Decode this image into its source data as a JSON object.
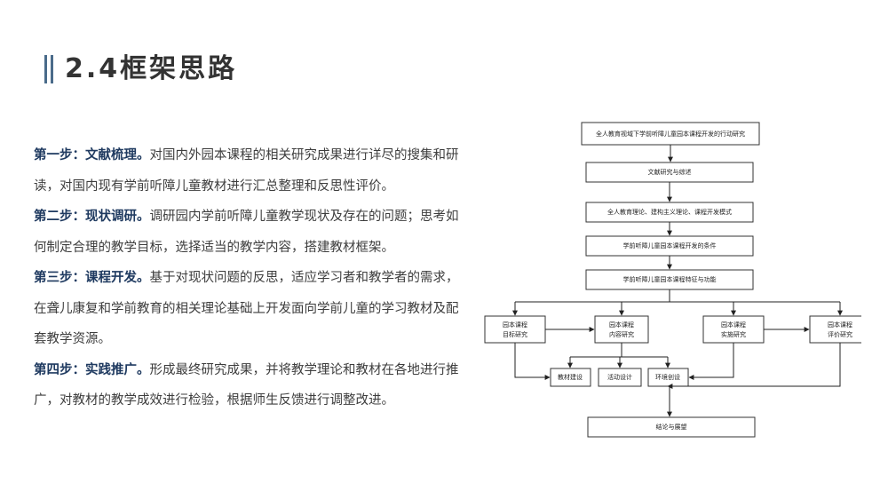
{
  "title": "2.4框架思路",
  "steps": [
    {
      "head": "第一步：文献梳理。",
      "body": "对国内外园本课程的相关研究成果进行详尽的搜集和研读，对国内现有学前听障儿童教材进行汇总整理和反思性评价。"
    },
    {
      "head": "第二步：现状调研。",
      "body": "调研园内学前听障儿童教学现状及存在的问题；思考如何制定合理的教学目标，选择适当的教学内容，搭建教材框架。"
    },
    {
      "head": "第三步：课程开发。",
      "body": "基于对现状问题的反思，适应学习者和教学者的需求，在聋儿康复和学前教育的相关理论基础上开发面向学前儿童的学习教材及配套教学资源。"
    },
    {
      "head": "第四步：实践推广。",
      "body": "形成最终研究成果，并将教学理论和教材在各地进行推广，对教材的教学成效进行检验，根据师生反馈进行调整改进。"
    }
  ],
  "flowchart": {
    "top": "全人教育视域下学前听障儿童园本课程开发的行动研究",
    "chain": [
      "文献研究与综述",
      "全人教育理论、建构主义理论、课程开发模式",
      "学前听障儿童园本课程开发的条件",
      "学前听障儿童园本课程特征与功能"
    ],
    "research": [
      [
        "园本课程",
        "目标研究"
      ],
      [
        "园本课程",
        "内容研究"
      ],
      [
        "园本课程",
        "实施研究"
      ],
      [
        "园本课程",
        "评价研究"
      ]
    ],
    "tasks": [
      "教材建设",
      "活动设计",
      "环境创设"
    ],
    "bottom": "结论与展望"
  }
}
